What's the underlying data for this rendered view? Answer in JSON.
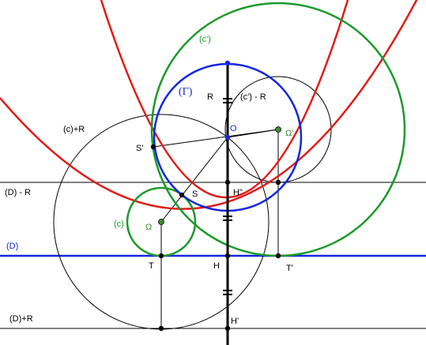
{
  "colors": {
    "red": "#e11b17",
    "green": "#1a9a2a",
    "blue": "#1428e0",
    "black": "#000000",
    "point_green": "#3c8c2f"
  },
  "labels": {
    "c_prime": "(c')",
    "gamma": "(Γ)",
    "R": "R",
    "c_prime_minus_R": "(c') - R",
    "c_plus_R": "(c)+R",
    "O": "O",
    "S_prime": "S'",
    "omega_prime": "Ω'",
    "D_minus_R": "(D) - R",
    "S": "S",
    "H_dblprime": "H\"",
    "c": "(c)",
    "omega": "Ω",
    "D": "(D)",
    "T": "T",
    "H": "H",
    "T_prime": "T'",
    "D_plus_R": "(D)+R",
    "H_prime": "H'"
  }
}
